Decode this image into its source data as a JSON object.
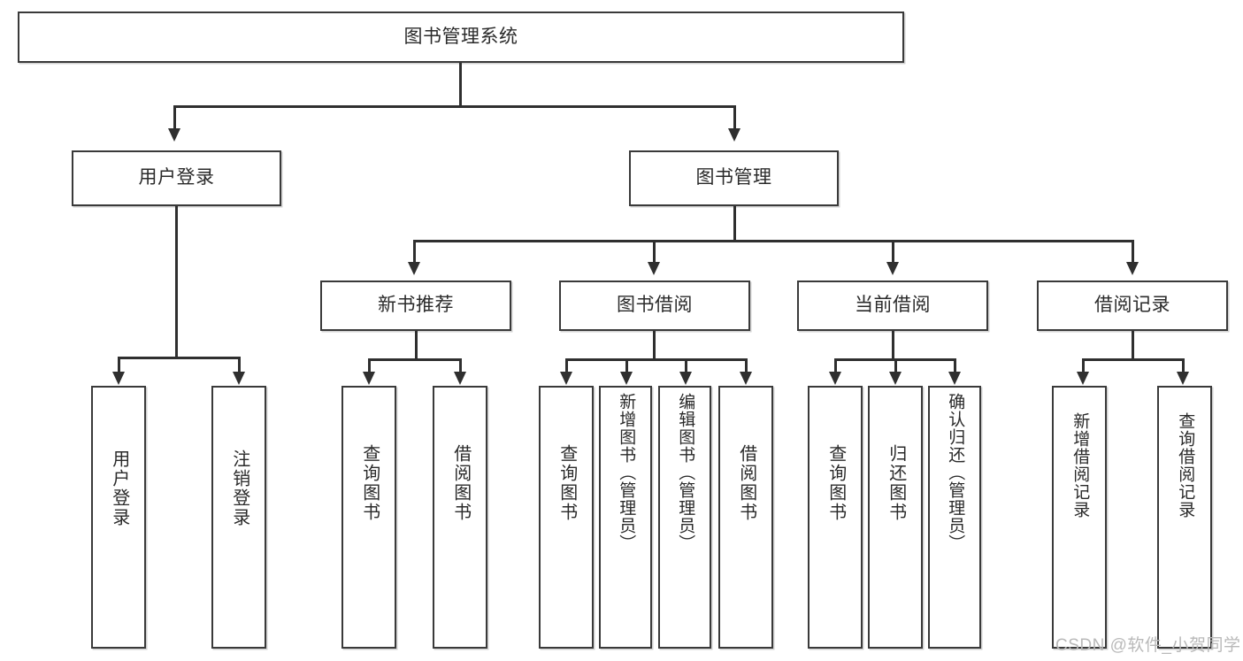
{
  "diagram": {
    "title": "图书管理系统",
    "watermark": "CSDN @软件_小贺同学",
    "root": {
      "label": "图书管理系统"
    },
    "level2": [
      {
        "label": "用户登录"
      },
      {
        "label": "图书管理"
      }
    ],
    "level3": [
      {
        "label": "新书推荐"
      },
      {
        "label": "图书借阅"
      },
      {
        "label": "当前借阅"
      },
      {
        "label": "借阅记录"
      }
    ],
    "leaves": {
      "user_login": [
        {
          "label": "用户登录"
        },
        {
          "label": "注销登录"
        }
      ],
      "new_book_recommend": [
        {
          "label": "查询图书"
        },
        {
          "label": "借阅图书"
        }
      ],
      "book_borrow": [
        {
          "label": "查询图书"
        },
        {
          "label": "新增图书（管理员）"
        },
        {
          "label": "编辑图书（管理员）"
        },
        {
          "label": "借阅图书"
        }
      ],
      "current_borrow": [
        {
          "label": "查询图书"
        },
        {
          "label": "归还图书"
        },
        {
          "label": "确认归还（管理员）"
        }
      ],
      "borrow_record": [
        {
          "label": "新增借阅记录"
        },
        {
          "label": "查询借阅记录"
        }
      ]
    }
  },
  "colors": {
    "box_border": "#3a3a3a",
    "line": "#2f2f2f",
    "text": "#2a2a2a",
    "background": "#ffffff",
    "watermark": "#b9b9b9"
  }
}
